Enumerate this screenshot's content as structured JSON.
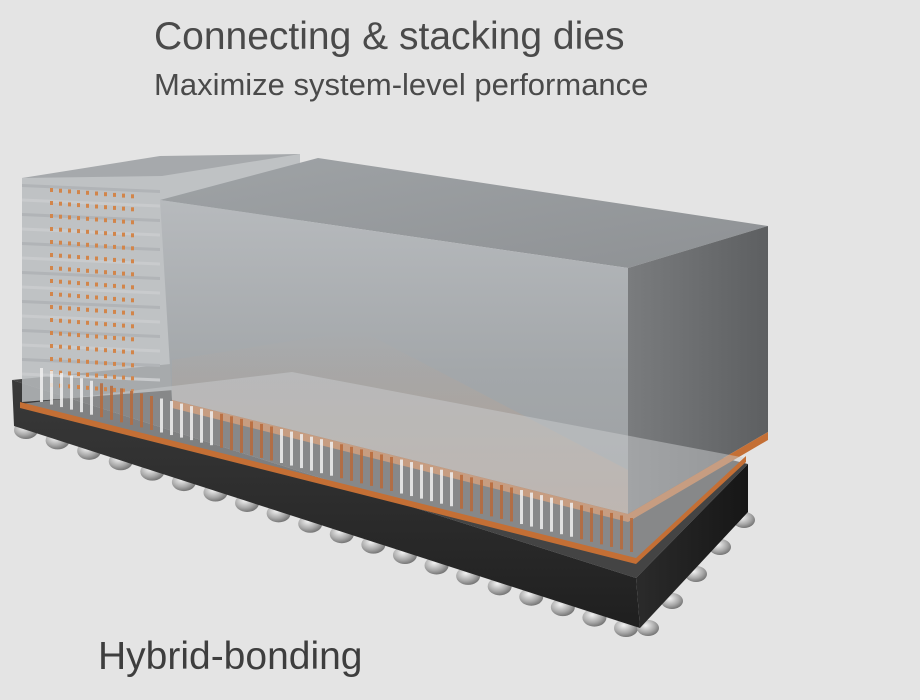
{
  "title": "Connecting & stacking dies",
  "subtitle": "Maximize system-level performance",
  "caption": "Hybrid-bonding",
  "colors": {
    "background": "#e4e4e4",
    "text": "#4a4a4a",
    "substrate": "#2a2a2a",
    "die": "#a9adb0",
    "bond_copper": "#d2854a",
    "solder_ball": "#b8b8b8"
  }
}
